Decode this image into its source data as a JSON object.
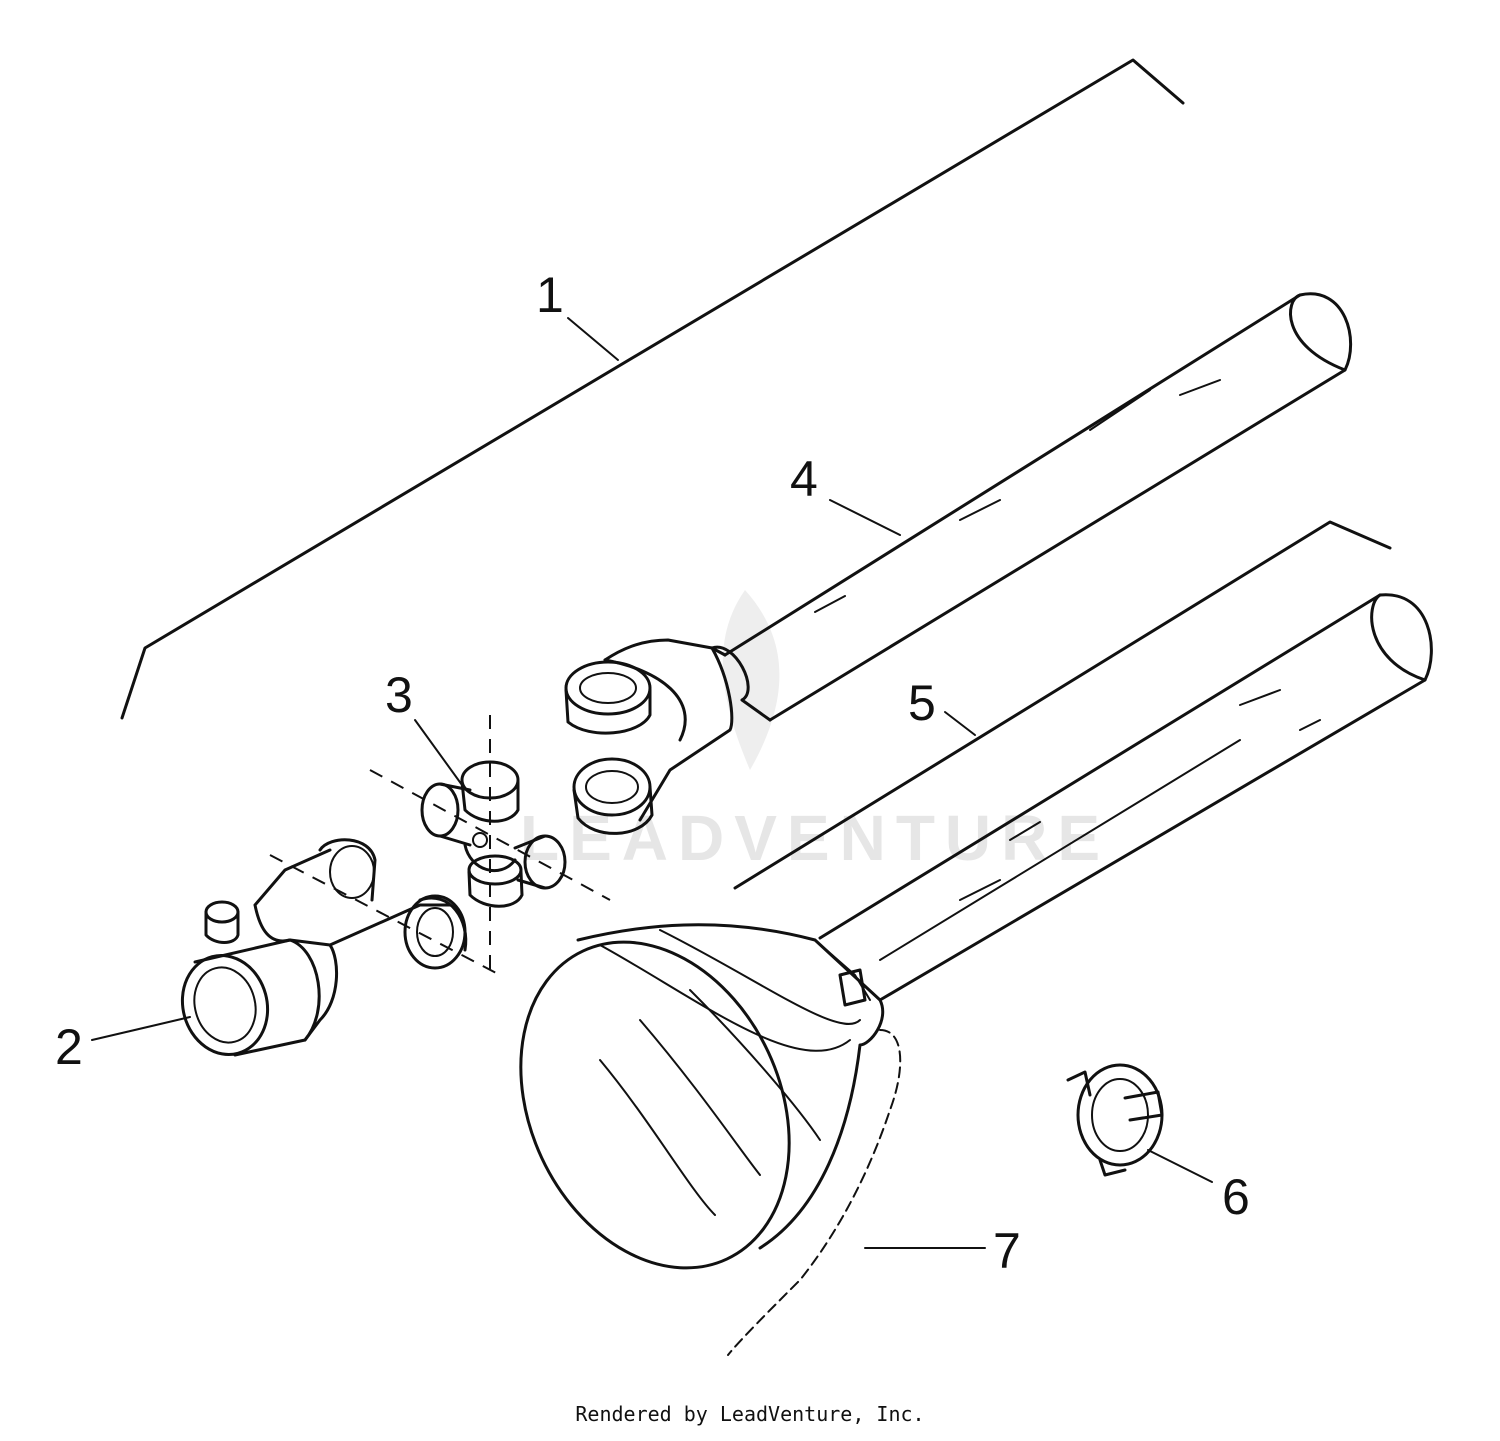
{
  "callouts": [
    "1",
    "2",
    "3",
    "4",
    "5",
    "6",
    "7"
  ],
  "watermark": "LEADVENTURE",
  "credit": "Rendered by LeadVenture, Inc."
}
